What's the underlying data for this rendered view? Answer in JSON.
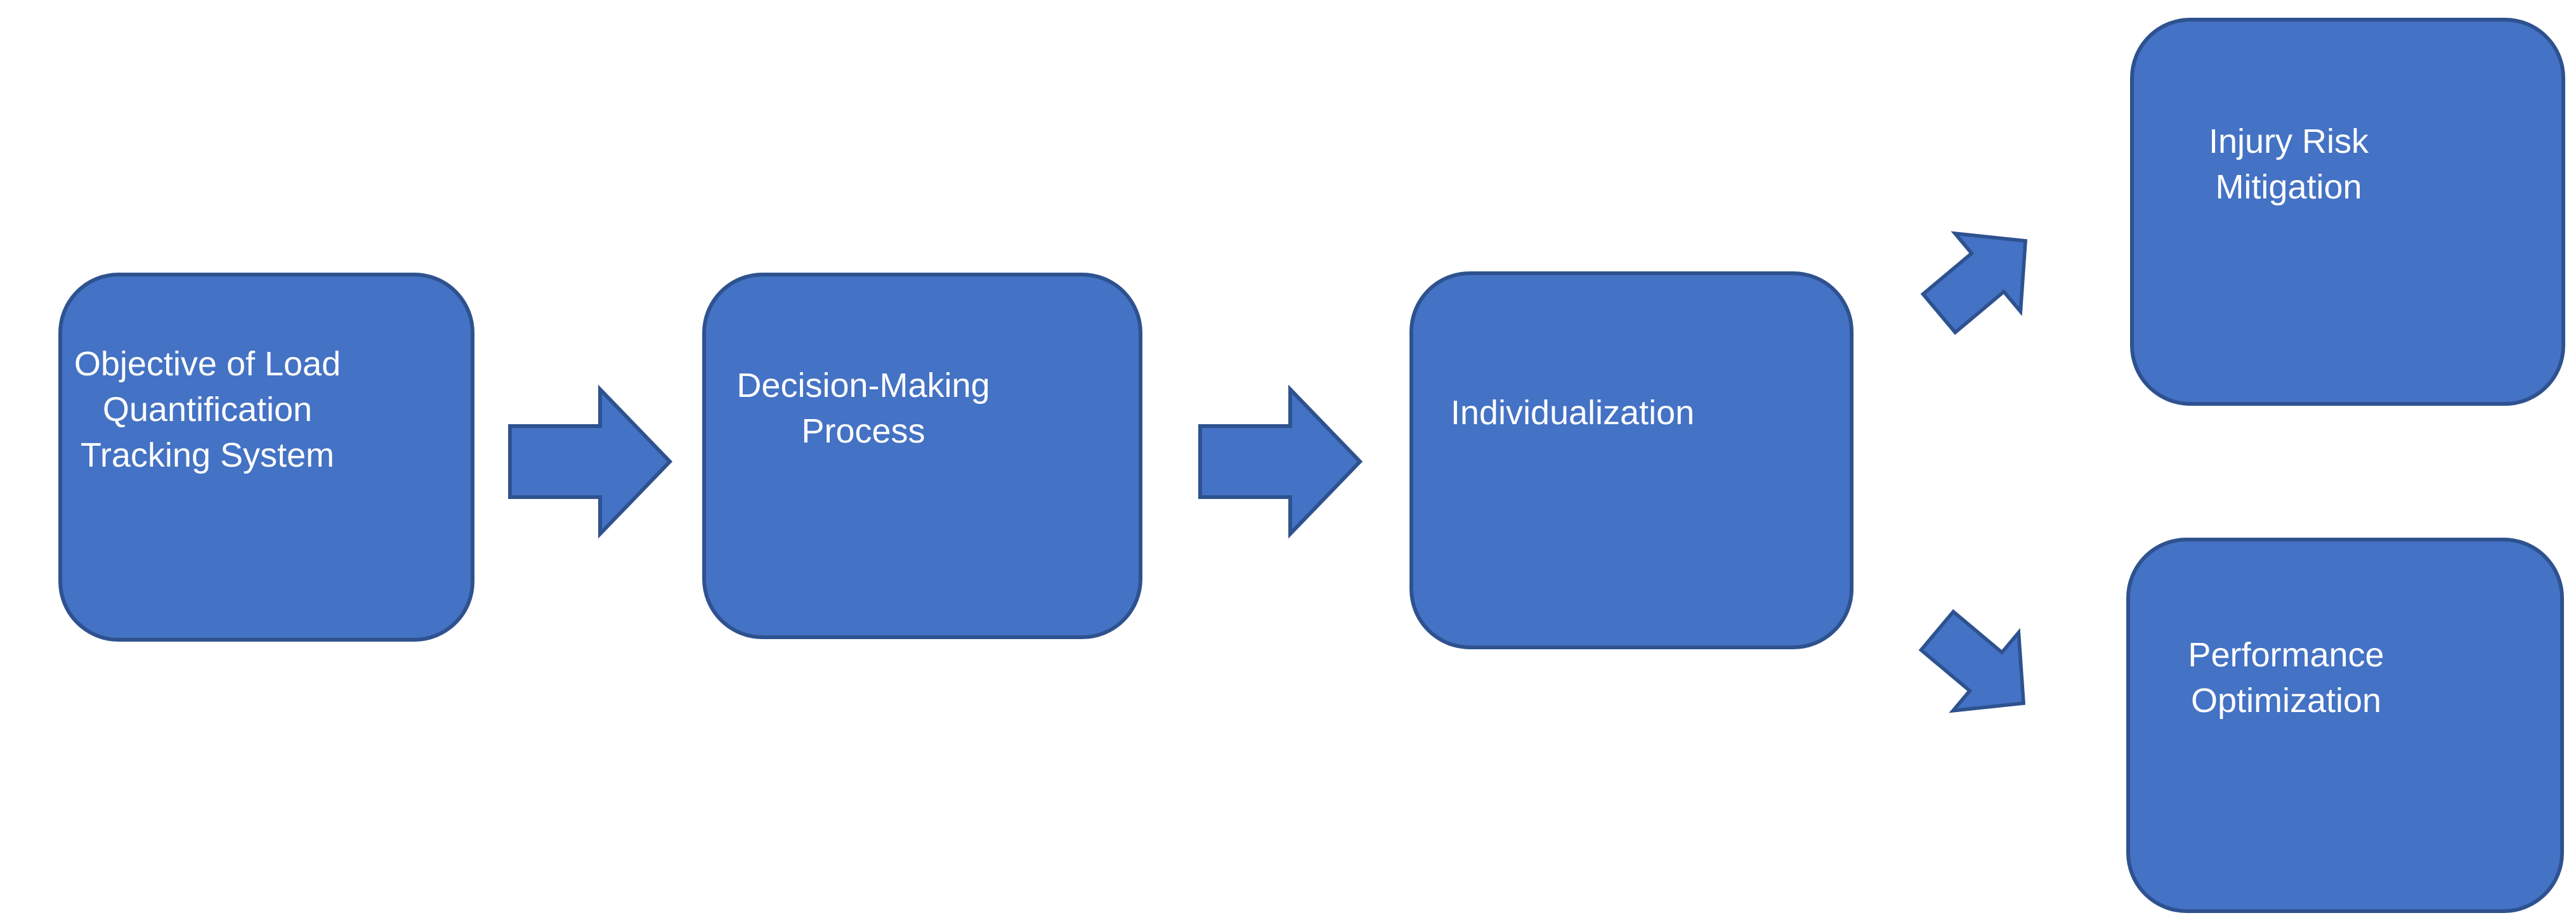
{
  "diagram": {
    "title": "Load Quantification Tracking System flowchart",
    "colors": {
      "background": "#ffffff",
      "shape_fill": "#4472c4",
      "shape_border": "#2e528f",
      "text": "#ffffff"
    },
    "nodes": {
      "objective": {
        "label": "Objective of Load Quantification Tracking System",
        "lines": [
          "Objective of Load",
          "Quantification",
          "Tracking System"
        ]
      },
      "decision": {
        "label": "Decision-Making Process",
        "lines": [
          "Decision-Making",
          "Process"
        ]
      },
      "individualization": {
        "label": "Individualization",
        "lines": [
          "Individualization"
        ]
      },
      "injury": {
        "label": "Injury Risk Mitigation",
        "lines": [
          "Injury Risk",
          "Mitigation"
        ]
      },
      "performance": {
        "label": "Performance Optimization",
        "lines": [
          "Performance",
          "Optimization"
        ]
      }
    },
    "connections": [
      {
        "from": "objective",
        "to": "decision",
        "type": "arrow-right"
      },
      {
        "from": "decision",
        "to": "individualization",
        "type": "arrow-right"
      },
      {
        "from": "individualization",
        "to": "injury",
        "type": "arrow-up-right"
      },
      {
        "from": "individualization",
        "to": "performance",
        "type": "arrow-down-right"
      }
    ]
  }
}
